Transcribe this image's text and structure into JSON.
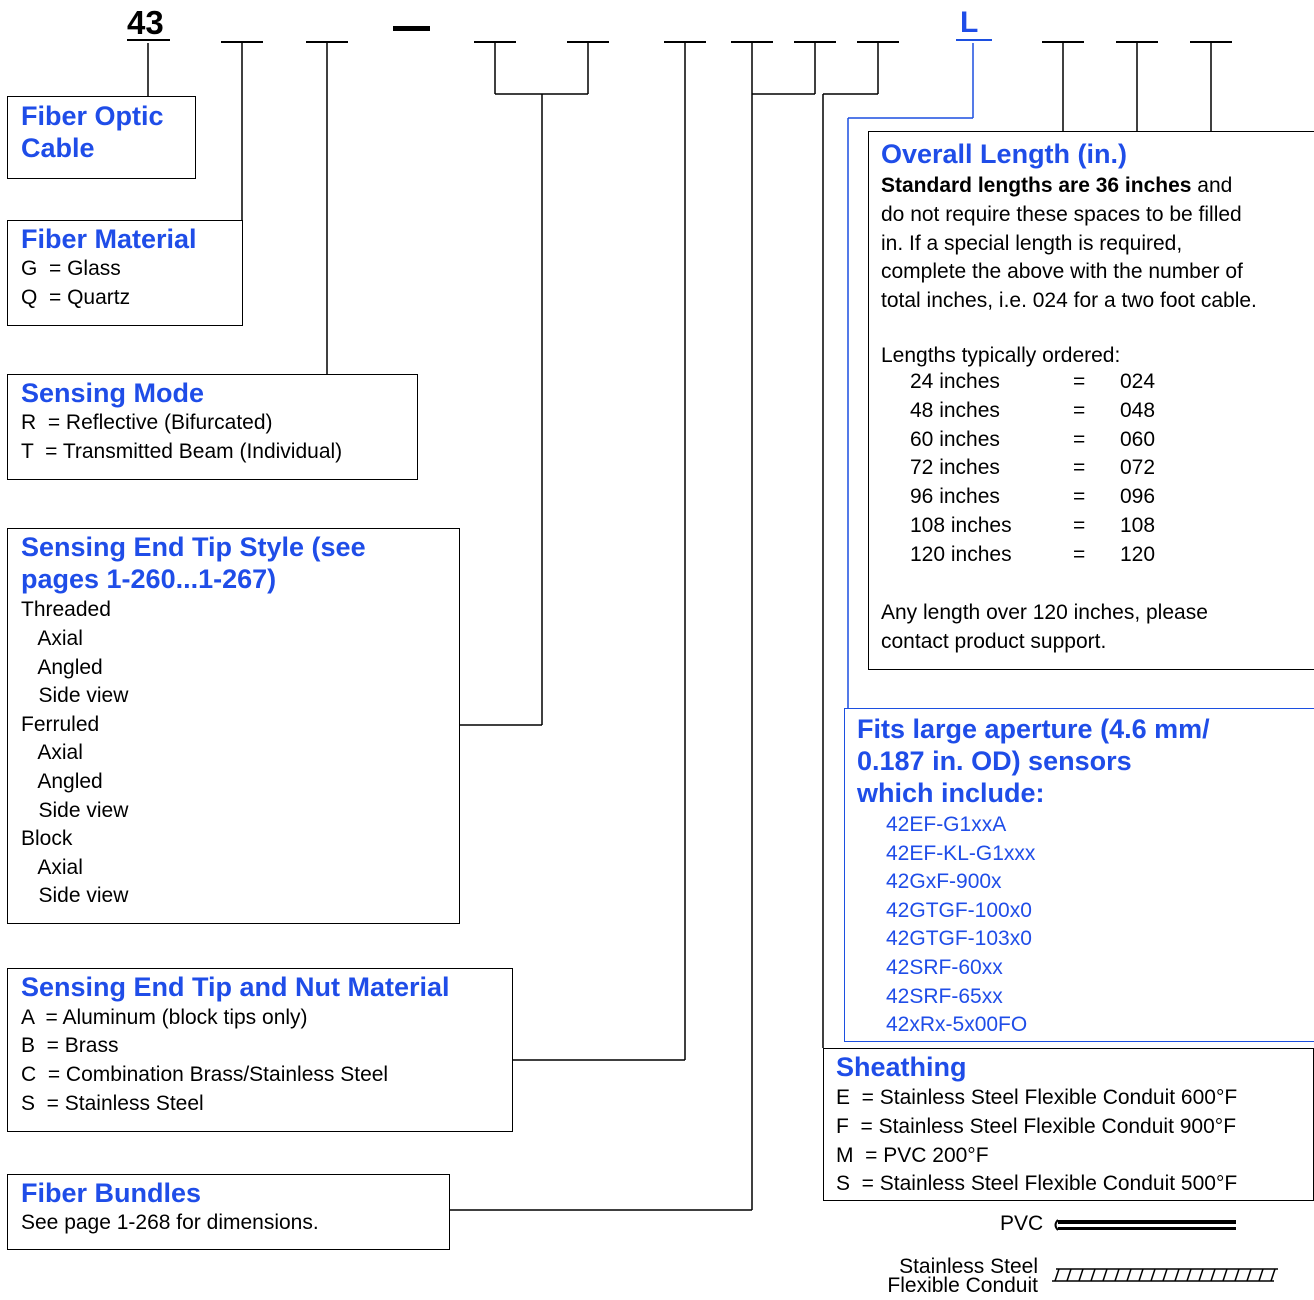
{
  "header": {
    "prefix": "43",
    "dash": "—",
    "letter": "L"
  },
  "fiber_optic_cable": {
    "title": "Fiber Optic Cable"
  },
  "fiber_material": {
    "title": "Fiber Material",
    "items": [
      "G  = Glass",
      "Q  = Quartz"
    ]
  },
  "sensing_mode": {
    "title": "Sensing Mode",
    "items": [
      "R  = Reflective (Bifurcated)",
      "T  = Transmitted Beam (Individual)"
    ]
  },
  "tip_style": {
    "title_line1": "Sensing End Tip Style (see",
    "title_line2": "pages 1-260...1-267)",
    "items": [
      "Threaded",
      "   Axial",
      "   Angled",
      "   Side view",
      "Ferruled",
      "   Axial",
      "   Angled",
      "   Side view",
      "Block",
      "   Axial",
      "   Side view"
    ]
  },
  "nut_material": {
    "title": "Sensing End Tip and Nut Material",
    "items": [
      "A  = Aluminum (block tips only)",
      "B  = Brass",
      "C  = Combination Brass/Stainless Steel",
      "S  = Stainless Steel"
    ]
  },
  "fiber_bundles": {
    "title": "Fiber Bundles",
    "text": "See page 1-268 for dimensions."
  },
  "overall_length": {
    "title": "Overall Length (in.)",
    "bold_text": "Standard lengths are 36 inches",
    "text_rest": " and",
    "lines": [
      "do not require these spaces to be filled",
      "in. If a special length is required,",
      "complete the above with the number of",
      "total inches, i.e. 024 for a two foot cable."
    ],
    "typical_label": "Lengths typically ordered:",
    "rows": [
      {
        "len": "24 inches",
        "eq": "=",
        "code": "024"
      },
      {
        "len": "48 inches",
        "eq": "=",
        "code": "048"
      },
      {
        "len": "60 inches",
        "eq": "=",
        "code": "060"
      },
      {
        "len": "72 inches",
        "eq": "=",
        "code": "072"
      },
      {
        "len": "96 inches",
        "eq": "=",
        "code": "096"
      },
      {
        "len": "108 inches",
        "eq": "=",
        "code": "108"
      },
      {
        "len": "120 inches",
        "eq": "=",
        "code": "120"
      }
    ],
    "footer1": "Any length over 120 inches, please",
    "footer2": "contact product support."
  },
  "large_aperture": {
    "title1": "Fits large aperture (4.6 mm/",
    "title2": "0.187 in. OD) sensors",
    "title3": "which include:",
    "items": [
      "42EF-G1xxA",
      "42EF-KL-G1xxx",
      "42GxF-900x",
      "42GTGF-100x0",
      "42GTGF-103x0",
      "42SRF-60xx",
      "42SRF-65xx",
      "42xRx-5x00FO"
    ]
  },
  "sheathing": {
    "title": "Sheathing",
    "items": [
      "E  = Stainless Steel Flexible Conduit 600°F",
      "F  = Stainless Steel Flexible Conduit 900°F",
      "M  = PVC 200°F",
      "S  = Stainless Steel Flexible Conduit 500°F"
    ]
  },
  "legend": {
    "pvc": "PVC",
    "ss1": "Stainless Steel",
    "ss2": "Flexible Conduit"
  }
}
